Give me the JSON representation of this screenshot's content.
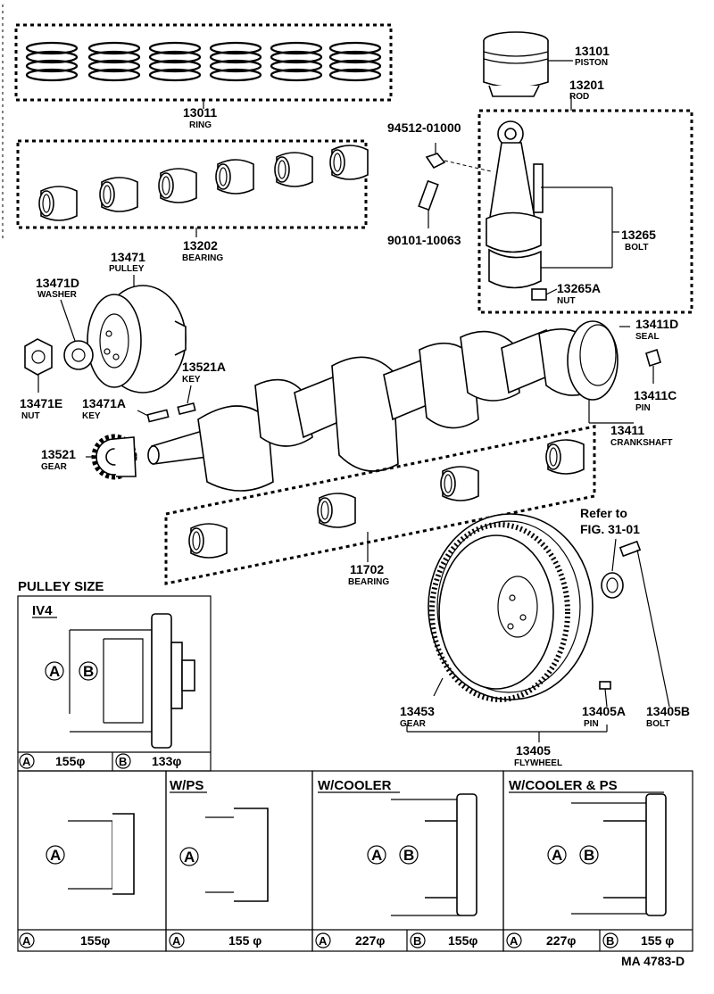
{
  "parts": {
    "ring": {
      "number": "13011",
      "name": "RING"
    },
    "piston": {
      "number": "13101",
      "name": "PISTON"
    },
    "rod": {
      "number": "13201",
      "name": "ROD"
    },
    "rod_bolt_ref": {
      "number": "94512-01000"
    },
    "rod_part_ref": {
      "number": "90101-10063"
    },
    "rod_bearing": {
      "number": "13202",
      "name": "BEARING"
    },
    "rod_bolt": {
      "number": "13265",
      "name": "BOLT"
    },
    "rod_nut": {
      "number": "13265A",
      "name": "NUT"
    },
    "pulley": {
      "number": "13471",
      "name": "PULLEY"
    },
    "washer": {
      "number": "13471D",
      "name": "WASHER"
    },
    "pulley_nut": {
      "number": "13471E",
      "name": "NUT"
    },
    "pulley_key": {
      "number": "13471A",
      "name": "KEY"
    },
    "gear_key": {
      "number": "13521A",
      "name": "KEY"
    },
    "gear": {
      "number": "13521",
      "name": "GEAR"
    },
    "seal": {
      "number": "13411D",
      "name": "SEAL"
    },
    "pin": {
      "number": "13411C",
      "name": "PIN"
    },
    "crankshaft": {
      "number": "13411",
      "name": "CRANKSHAFT"
    },
    "main_bearing": {
      "number": "11702",
      "name": "BEARING"
    },
    "ring_gear": {
      "number": "13453",
      "name": "GEAR"
    },
    "fw_pin": {
      "number": "13405A",
      "name": "PIN"
    },
    "fw_bolt": {
      "number": "13405B",
      "name": "BOLT"
    },
    "flywheel": {
      "number": "13405",
      "name": "FLYWHEEL"
    }
  },
  "refer": {
    "line1": "Refer to",
    "line2": "FIG. 31-01"
  },
  "pulley_size": {
    "title": "PULLEY SIZE",
    "letter_a": "A",
    "letter_b": "B",
    "panels": [
      {
        "label": "IV4",
        "a": "155φ",
        "b": "133φ"
      },
      {
        "label": "",
        "a": "155φ"
      },
      {
        "label": "W/PS",
        "a": "155 φ"
      },
      {
        "label": "W/COOLER",
        "a": "227φ",
        "b": "155φ"
      },
      {
        "label": "W/COOLER & PS",
        "a": "227φ",
        "b": "155 φ"
      }
    ]
  },
  "footer_code": "MA 4783-D"
}
